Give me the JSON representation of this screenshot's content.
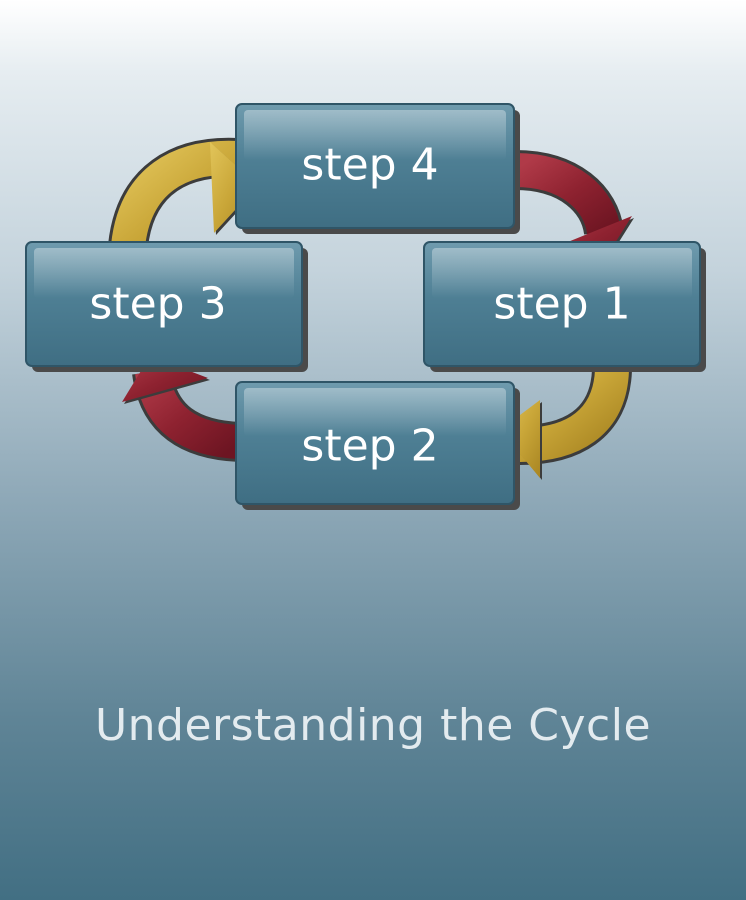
{
  "diagram": {
    "steps": [
      {
        "id": "step1",
        "label": "step 1"
      },
      {
        "id": "step2",
        "label": "step 2"
      },
      {
        "id": "step3",
        "label": "step 3"
      },
      {
        "id": "step4",
        "label": "step 4"
      }
    ],
    "arrows": [
      {
        "from": "step4",
        "to": "step1",
        "color": "#8e2230"
      },
      {
        "from": "step1",
        "to": "step2",
        "color": "#c9a638"
      },
      {
        "from": "step2",
        "to": "step3",
        "color": "#8e2230"
      },
      {
        "from": "step3",
        "to": "step4",
        "color": "#c9a638"
      }
    ],
    "colors": {
      "box_fill": "#4d7d92",
      "box_shadow": "#4a4a4a",
      "red_arrow": "#8e2230",
      "yellow_arrow": "#c9a638",
      "label_text": "#ffffff"
    }
  },
  "caption": "Understanding the Cycle"
}
